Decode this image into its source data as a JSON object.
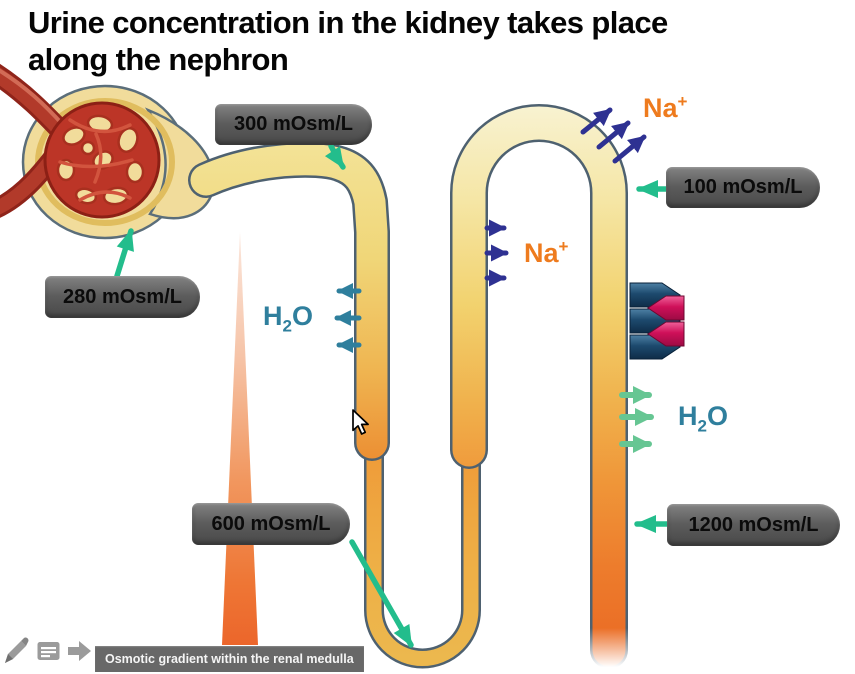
{
  "title": {
    "line1": "Urine concentration in the kidney takes place",
    "line2": "along the nephron"
  },
  "osmolarity_labels": {
    "proximal_tubule": "300 mOsm/L",
    "blood_plasma": "280 mOsm/L",
    "distal_tubule": "100 mOsm/L",
    "outer_medulla": "600 mOsm/L",
    "inner_medulla": "1200 mOsm/L"
  },
  "ions": {
    "sodium": "Na",
    "sodium_charge": "+",
    "water_h": "H",
    "water_sub": "2",
    "water_o": "O"
  },
  "caption": {
    "text": "Osmotic gradient within the renal medulla"
  },
  "toolbar": {
    "icons": [
      "pencil",
      "notes",
      "next-arrow"
    ]
  },
  "colors": {
    "pointer_green": "#23bd8c",
    "sodium_navy": "#2e3192",
    "sodium_orange": "#ee7b1e",
    "water_teal": "#2f7f9d",
    "water_light_green": "#66c693",
    "exchange_blue": "#1d4a6e",
    "exchange_magenta": "#cf1059",
    "label_gray": "#5c5c5c",
    "tube_yellow": "#f2dc86",
    "tube_orange": "#ec6a24",
    "gradient_triangle_orange": "#ec662b"
  }
}
